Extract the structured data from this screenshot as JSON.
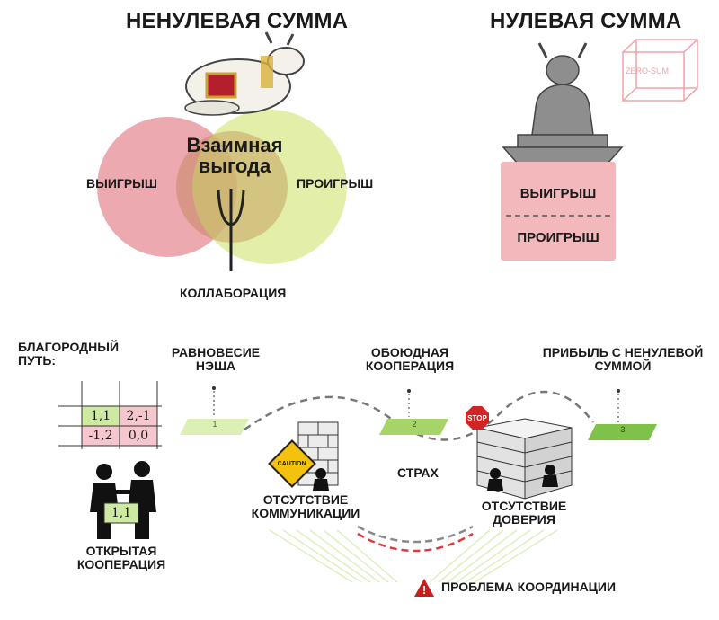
{
  "titles": {
    "non_zero_sum": "НЕНУЛЕВАЯ СУММА",
    "zero_sum": "НУЛЕВАЯ СУММА"
  },
  "venn": {
    "left_label": "ВЫИГРЫШ",
    "right_label": "ПРОИГРЫШ",
    "center_label_line1": "Взаимная",
    "center_label_line2": "выгода",
    "bottom_label": "КОЛЛАБОРАЦИЯ",
    "left_color": "#e58c94",
    "right_color": "#d9ea8c"
  },
  "zero_sum_box": {
    "cube_text": "ZERO-SUM",
    "top_label": "ВЫИГРЫШ",
    "bottom_label": "ПРОИГРЫШ",
    "fill": "#f2b8bc"
  },
  "noble_path": {
    "label": "БЛАГОРОДНЫЙ ПУТЬ:",
    "matrix": [
      [
        "1,1",
        "2,-1"
      ],
      [
        "-1,2",
        "0,0"
      ]
    ],
    "sign_value": "1,1",
    "bottom_label": "ОТКРЫТАЯ КООПЕРАЦИЯ",
    "highlight_green": "#cde9a2",
    "highlight_pink": "#f5c6cb"
  },
  "stages": [
    {
      "label": "РАВНОВЕСИЕ НЭША",
      "marker": "1"
    },
    {
      "label": "ОБОЮДНАЯ КООПЕРАЦИЯ",
      "marker": "2"
    },
    {
      "label": "ПРИБЫЛЬ С НЕНУЛЕВОЙ СУММОЙ",
      "marker": "3"
    }
  ],
  "barriers": {
    "wall_label": "ОТСУТСТВИЕ КОММУНИКАЦИИ",
    "caution_sign": "CAUTION",
    "fear_label": "СТРАХ",
    "cube_label": "ОТСУТСТВИЕ ДОВЕРИЯ",
    "stop_sign": "STOP"
  },
  "problem": {
    "label": "ПРОБЛЕМА КООРДИНАЦИИ",
    "icon_glyph": "!"
  }
}
